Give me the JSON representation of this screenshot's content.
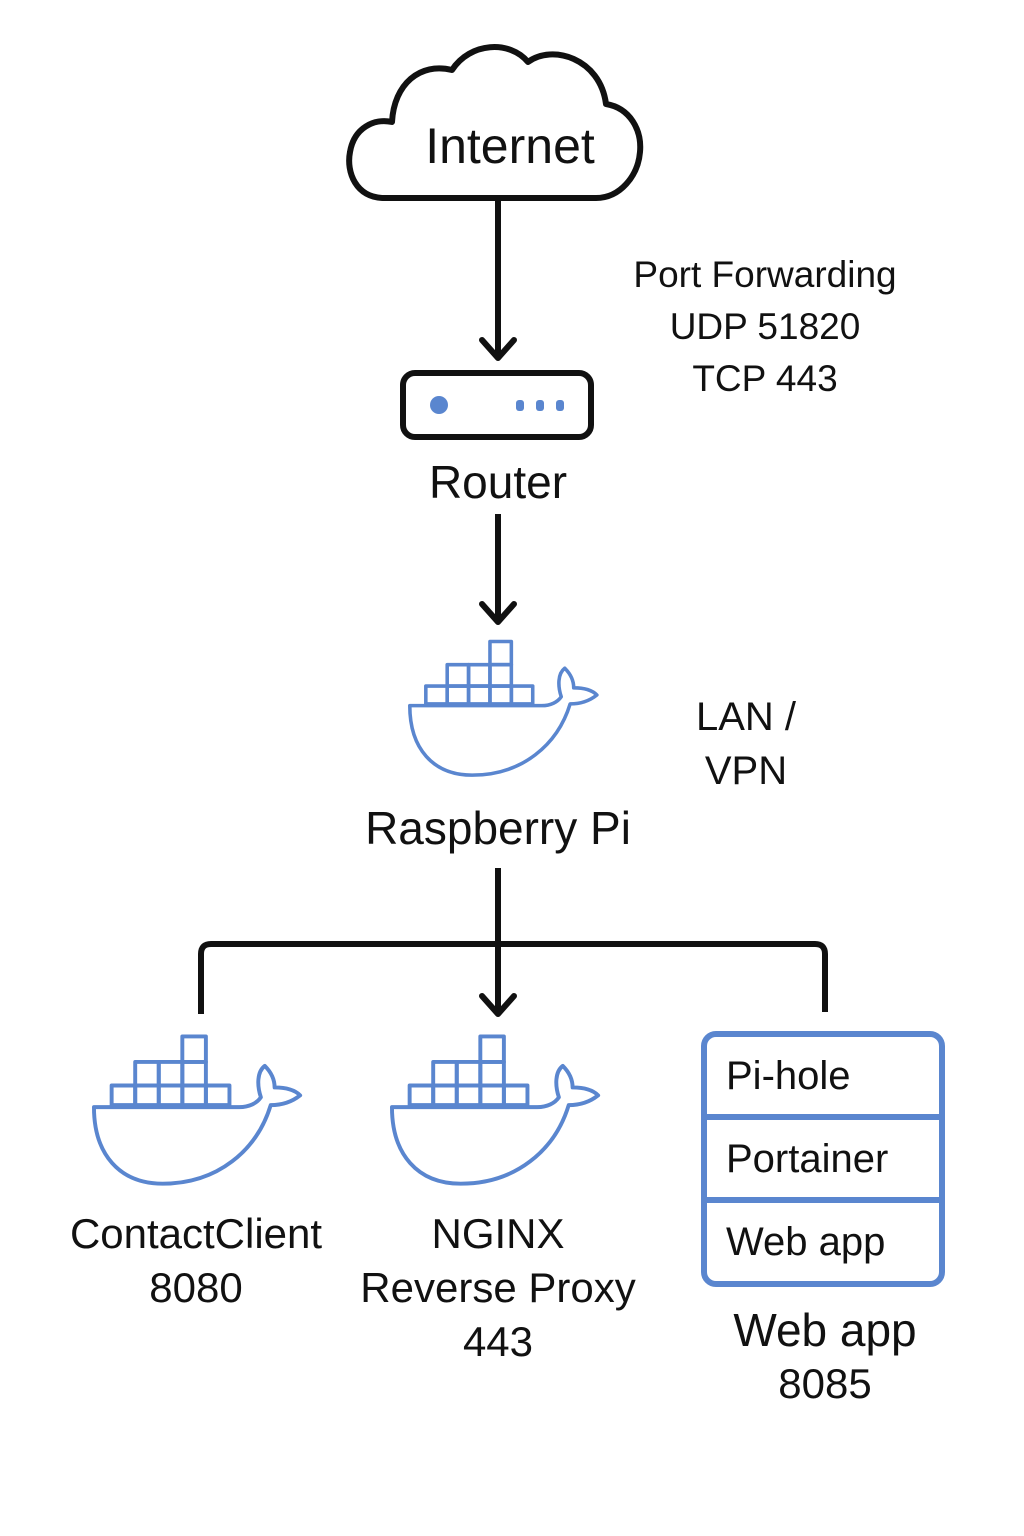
{
  "internet": {
    "label": "Internet"
  },
  "port_forwarding": {
    "title": "Port Forwarding",
    "lines": [
      "UDP 51820",
      "TCP 443"
    ]
  },
  "router": {
    "label": "Router"
  },
  "raspberry_pi": {
    "label": "Raspberry Pi"
  },
  "lan_vpn": {
    "line1": "LAN /",
    "line2": "VPN"
  },
  "containers": [
    {
      "name": "ContactClient",
      "port": "8080"
    },
    {
      "name": "NGINX",
      "subtitle": "Reverse Proxy",
      "port": "443"
    }
  ],
  "stack": {
    "items": [
      "Pi-hole",
      "Portainer",
      "Web app"
    ],
    "label": "Web app",
    "port": "8085"
  },
  "colors": {
    "line": "#111111",
    "docker_blue": "#5a86cf"
  },
  "icons": [
    "cloud-icon",
    "router-icon",
    "docker-whale-icon"
  ]
}
